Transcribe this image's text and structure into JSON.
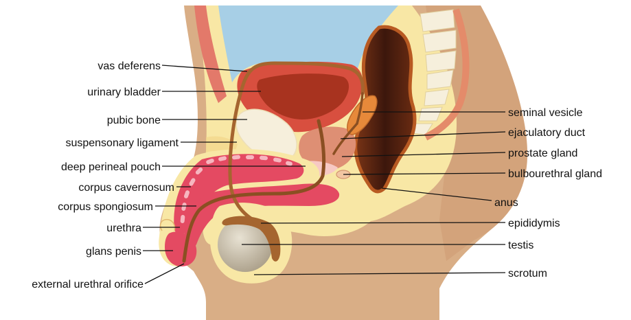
{
  "labels": {
    "left": {
      "vas_deferens": "vas deferens",
      "urinary_bladder": "urinary bladder",
      "pubic_bone": "pubic bone",
      "suspensory_ligament": "suspensonary ligament",
      "deep_perineal_pouch": "deep perineal pouch",
      "corpus_cavernosum": "corpus cavernosum",
      "corpus_spongiosum": "corpus spongiosum",
      "urethra": "urethra",
      "glans_penis": "glans penis",
      "external_urethral_orifice": "external urethral orifice"
    },
    "right": {
      "seminal_vesicle": "seminal vesicle",
      "ejaculatory_duct": "ejaculatory duct",
      "prostate_gland": "prostate gland",
      "bulbourethral_gland": "bulbourethral gland",
      "anus": "anus",
      "epididymis": "epididymis",
      "testis": "testis",
      "scrotum": "scrotum"
    }
  },
  "colors": {
    "skin": "#d9ae86",
    "fat_tissue": "#f8e7a5",
    "bladder_cavity": "#a7cfe6",
    "muscle_red": "#d84f3f",
    "bladder_lumen": "#a8331f",
    "bone": "#f6efdc",
    "prostate": "#de8f74",
    "rectum": "#4a1f12",
    "erectile_pink": "#e44a62",
    "duct_brown": "#a5652f",
    "testis": "#c8bda6"
  }
}
